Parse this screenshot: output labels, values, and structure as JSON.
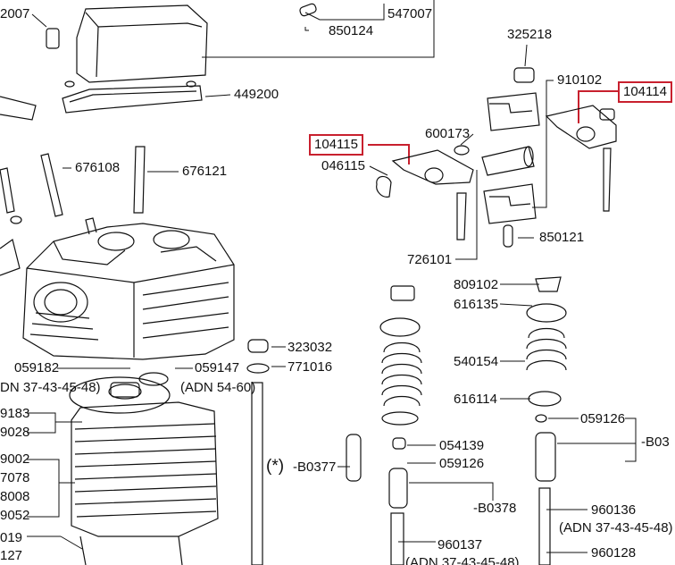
{
  "labels": {
    "p2007": "2007",
    "p547007": "547007",
    "p850124": "850124",
    "p449200": "449200",
    "p676108": "676108",
    "p676121": "676121",
    "p325218": "325218",
    "p910102": "910102",
    "p104114": "104114",
    "p104115": "104115",
    "p600173": "600173",
    "p046115": "046115",
    "p850121": "850121",
    "p726101": "726101",
    "p809102": "809102",
    "p616135": "616135",
    "p540154": "540154",
    "p616114": "616114",
    "p059126a": "059126",
    "pB03": "-B03",
    "p323032": "323032",
    "p771016": "771016",
    "p059182": "059182",
    "p059147": "059147",
    "adn5460": "(ADN 54-60)",
    "adn3748a": "DN 37-43-45-48)",
    "p9183": "9183",
    "p9028": "9028",
    "p9002": "9002",
    "p7078": "7078",
    "p8008": "8008",
    "p9052": "9052",
    "p019": "019",
    "p127": "127",
    "star": "(*)",
    "pB0377": "-B0377",
    "p054139": "054139",
    "p059126b": "059126",
    "pB0378": "-B0378",
    "p960136": "960136",
    "adn3748b": "(ADN 37-43-45-48)",
    "p960137": "960137",
    "adn3748c": "(ADN 37-43-45-48)",
    "p960128": "960128"
  },
  "colors": {
    "highlight": "#c8202e",
    "ink": "#111111"
  }
}
